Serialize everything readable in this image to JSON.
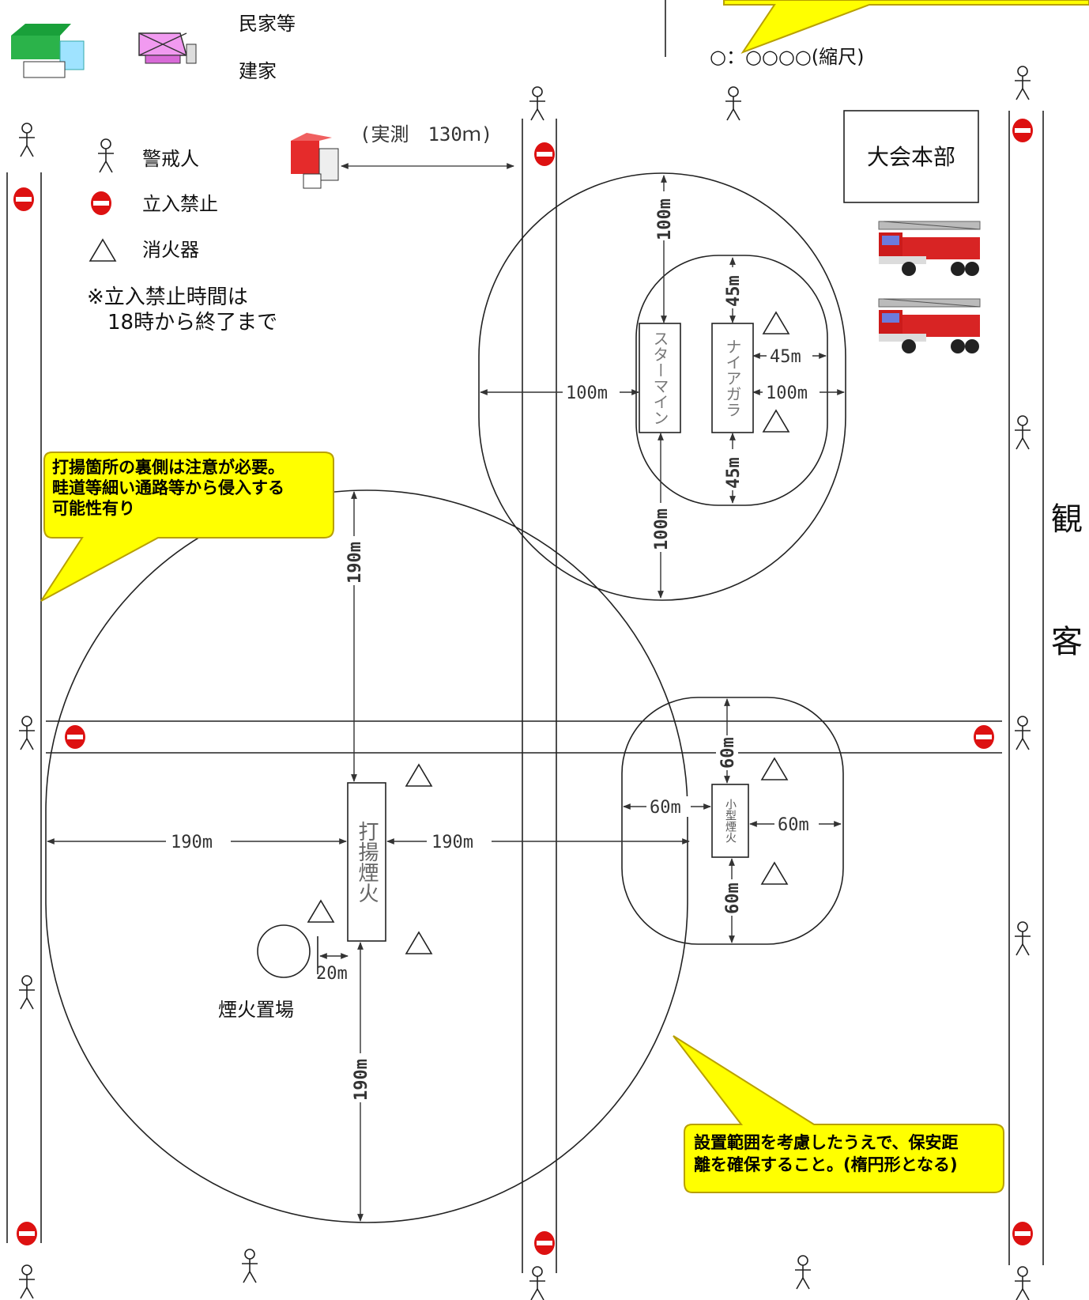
{
  "legend": {
    "minka": "民家等",
    "kenka": "建家",
    "keikainin": "警戒人",
    "tachiiri": "立入禁止",
    "shokaki": "消火器",
    "note1": "※立入禁止時間は",
    "note2": "18時から終了まで"
  },
  "scale_text": "○：○○○○(縮尺)",
  "distance_label": "(実測　130ｍ)",
  "hq_label": "大会本部",
  "spectators": [
    "観",
    "客"
  ],
  "facilities": {
    "starmine": "スターマイン",
    "niagara": "ナイアガラ",
    "uchiage": "打揚煙火",
    "kogata": "小型煙火",
    "storage": "煙火置場"
  },
  "dimensions": {
    "d100_top": "100m",
    "d45_top": "45m",
    "d45_right": "45m",
    "d100_left": "100m",
    "d100_right": "100m",
    "d45_bottom": "45m",
    "d100_bottom": "100m",
    "d190_top": "190m",
    "d190_left": "190m",
    "d190_mid": "190m",
    "d190_bottom": "190m",
    "d60_top": "60m",
    "d60_left": "60m",
    "d60_right": "60m",
    "d60_bottom": "60m",
    "d20": "20m"
  },
  "callouts": {
    "left": [
      "打揚箇所の裏側は注意が必要。",
      "畦道等細い通路等から侵入する",
      "可能性有り"
    ],
    "bottom": [
      "設置範囲を考慮したうえで、保安距",
      "離を確保すること。(楕円形となる)"
    ]
  },
  "colors": {
    "no_entry": "#dd1111",
    "callout_fill": "#ffff00",
    "callout_stroke": "#b8a000"
  }
}
